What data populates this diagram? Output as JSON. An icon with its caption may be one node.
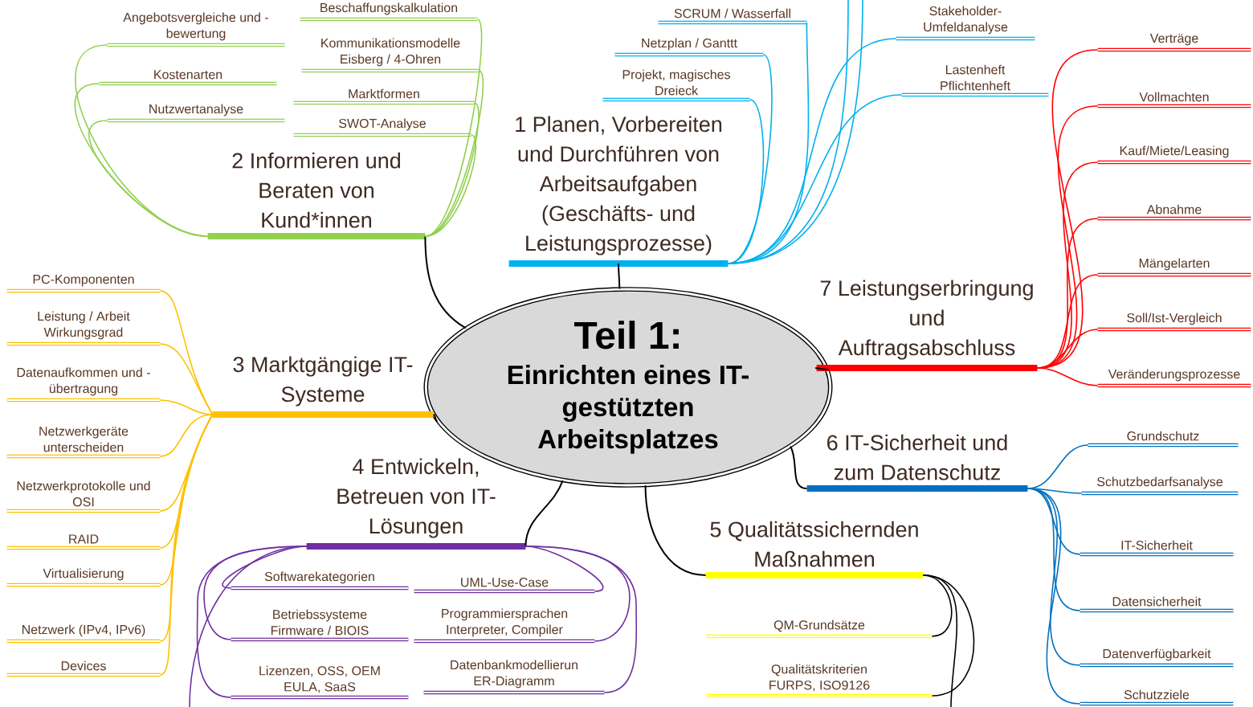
{
  "diagram": {
    "nodes": [
      {
        "text": [
          "Teil 1:",
          "Einrichten eines IT-gestützten Arbeitsplatzes"
        ]
      },
      {
        "text": [
          "1 Planen, Vorbereiten und Durchführen von Arbeitsaufgaben (Geschäfts- und Leistungsprozesse)"
        ]
      },
      {
        "text": [
          "2 Informieren und Beraten von Kund*innen"
        ]
      },
      {
        "text": [
          "3 Marktgängige IT-Systeme"
        ]
      },
      {
        "text": [
          "4 Entwickeln, Betreuen von IT-Lösungen"
        ]
      },
      {
        "text": [
          "5 Qualitätssichernden Maßnahmen"
        ]
      },
      {
        "text": [
          "6 IT-Sicherheit und zum Datenschutz"
        ]
      },
      {
        "text": [
          "7 Leistungserbringung und Auftragsabschluss"
        ]
      },
      {
        "text": [
          "SCRUM / Wasserfall"
        ]
      },
      {
        "text": [
          "Netzplan / Ganttt"
        ]
      },
      {
        "text": [
          "Projekt, magisches Dreieck"
        ]
      },
      {
        "text": [
          "Stakeholder-Umfeldanalyse"
        ]
      },
      {
        "text": [
          "Lastenheft Pflichtenheft"
        ]
      },
      {
        "text": [
          "Beschaffungskalkulation"
        ]
      },
      {
        "text": [
          "Angebotsvergleiche und - bewertung"
        ]
      },
      {
        "text": [
          "Kommunikationsmodelle Eisberg / 4-Ohren"
        ]
      },
      {
        "text": [
          "Kostenarten"
        ]
      },
      {
        "text": [
          "Marktformen"
        ]
      },
      {
        "text": [
          "Nutzwertanalyse"
        ]
      },
      {
        "text": [
          "SWOT-Analyse"
        ]
      },
      {
        "text": [
          "PC-Komponenten"
        ]
      },
      {
        "text": [
          "Leistung / Arbeit Wirkungsgrad"
        ]
      },
      {
        "text": [
          "Datenaufkommen und - übertragung"
        ]
      },
      {
        "text": [
          "Netzwerkgeräte unterscheiden"
        ]
      },
      {
        "text": [
          "Netzwerkprotokolle und OSI"
        ]
      },
      {
        "text": [
          "RAID"
        ]
      },
      {
        "text": [
          "Virtualisierung"
        ]
      },
      {
        "text": [
          "Netzwerk (IPv4, IPv6)"
        ]
      },
      {
        "text": [
          "Devices"
        ]
      },
      {
        "text": [
          "Softwarekategorien"
        ]
      },
      {
        "text": [
          "UML-Use-Case"
        ]
      },
      {
        "text": [
          "Betriebssysteme Firmware / BIOIS"
        ]
      },
      {
        "text": [
          "Programmiersprachen Interpreter, Compiler"
        ]
      },
      {
        "text": [
          "Lizenzen, OSS, OEM EULA, SaaS"
        ]
      },
      {
        "text": [
          "Datenbankmodellierun ER-Diagramm"
        ]
      },
      {
        "text": [
          "QM-Grundsätze"
        ]
      },
      {
        "text": [
          "Qualitätskriterien FURPS, ISO9126"
        ]
      },
      {
        "text": [
          "Grundschutz"
        ]
      },
      {
        "text": [
          "Schutzbedarfsanalyse"
        ]
      },
      {
        "text": [
          "IT-Sicherheit"
        ]
      },
      {
        "text": [
          "Datensicherheit"
        ]
      },
      {
        "text": [
          "Datenverfügbarkeit"
        ]
      },
      {
        "text": [
          "Schutzziele"
        ]
      },
      {
        "text": [
          "Verträge"
        ]
      },
      {
        "text": [
          "Vollmachten"
        ]
      },
      {
        "text": [
          "Kauf/Miete/Leasing"
        ]
      },
      {
        "text": [
          "Abnahme"
        ]
      },
      {
        "text": [
          "Mängelarten"
        ]
      },
      {
        "text": [
          "Soll/Ist-Vergleich"
        ]
      },
      {
        "text": [
          "Veränderungsprozesse"
        ]
      }
    ],
    "edges": [
      {
        "from": 0,
        "to": 1,
        "arrow": "none"
      },
      {
        "from": 0,
        "to": 2,
        "arrow": "none"
      },
      {
        "from": 0,
        "to": 3,
        "arrow": "none"
      },
      {
        "from": 0,
        "to": 4,
        "arrow": "none"
      },
      {
        "from": 0,
        "to": 5,
        "arrow": "none"
      },
      {
        "from": 0,
        "to": 6,
        "arrow": "none"
      },
      {
        "from": 0,
        "to": 7,
        "arrow": "none"
      },
      {
        "from": 1,
        "to": 8,
        "arrow": "none",
        "color": "#00b0f0"
      },
      {
        "from": 1,
        "to": 9,
        "arrow": "none",
        "color": "#00b0f0"
      },
      {
        "from": 1,
        "to": 10,
        "arrow": "none",
        "color": "#00b0f0"
      },
      {
        "from": 1,
        "to": 11,
        "arrow": "none",
        "color": "#00b0f0"
      },
      {
        "from": 1,
        "to": 12,
        "arrow": "none",
        "color": "#00b0f0"
      },
      {
        "from": 1,
        "to": null,
        "arrow": "none",
        "color": "#00b0f0"
      },
      {
        "from": 1,
        "to": null,
        "arrow": "none",
        "color": "#00b0f0"
      },
      {
        "from": 2,
        "to": 13,
        "arrow": "none",
        "color": "#92d050"
      },
      {
        "from": 2,
        "to": 14,
        "arrow": "none",
        "color": "#92d050"
      },
      {
        "from": 2,
        "to": 15,
        "arrow": "none",
        "color": "#92d050"
      },
      {
        "from": 2,
        "to": 16,
        "arrow": "none",
        "color": "#92d050"
      },
      {
        "from": 2,
        "to": 17,
        "arrow": "none",
        "color": "#92d050"
      },
      {
        "from": 2,
        "to": 18,
        "arrow": "none",
        "color": "#92d050"
      },
      {
        "from": 2,
        "to": 19,
        "arrow": "none",
        "color": "#92d050"
      },
      {
        "from": 3,
        "to": 20,
        "arrow": "none",
        "color": "#ffc000"
      },
      {
        "from": 3,
        "to": 21,
        "arrow": "none",
        "color": "#ffc000"
      },
      {
        "from": 3,
        "to": 22,
        "arrow": "none",
        "color": "#ffc000"
      },
      {
        "from": 3,
        "to": 23,
        "arrow": "none",
        "color": "#ffc000"
      },
      {
        "from": 3,
        "to": 24,
        "arrow": "none",
        "color": "#ffc000"
      },
      {
        "from": 3,
        "to": 25,
        "arrow": "none",
        "color": "#ffc000"
      },
      {
        "from": 3,
        "to": 26,
        "arrow": "none",
        "color": "#ffc000"
      },
      {
        "from": 3,
        "to": 27,
        "arrow": "none",
        "color": "#ffc000"
      },
      {
        "from": 3,
        "to": 28,
        "arrow": "none",
        "color": "#ffc000"
      },
      {
        "from": 4,
        "to": 29,
        "arrow": "none",
        "color": "#7030a0"
      },
      {
        "from": 4,
        "to": 30,
        "arrow": "none",
        "color": "#7030a0"
      },
      {
        "from": 4,
        "to": 31,
        "arrow": "none",
        "color": "#7030a0"
      },
      {
        "from": 4,
        "to": 32,
        "arrow": "none",
        "color": "#7030a0"
      },
      {
        "from": 4,
        "to": 33,
        "arrow": "none",
        "color": "#7030a0"
      },
      {
        "from": 4,
        "to": 34,
        "arrow": "none",
        "color": "#7030a0"
      },
      {
        "from": 4,
        "to": null,
        "arrow": "none",
        "color": "#7030a0"
      },
      {
        "from": 5,
        "to": 35,
        "arrow": "none"
      },
      {
        "from": 5,
        "to": 36,
        "arrow": "none"
      },
      {
        "from": 5,
        "to": null,
        "arrow": "none"
      },
      {
        "from": 6,
        "to": 37,
        "arrow": "none",
        "color": "#0070c0"
      },
      {
        "from": 6,
        "to": 38,
        "arrow": "none",
        "color": "#0070c0"
      },
      {
        "from": 6,
        "to": 39,
        "arrow": "none",
        "color": "#0070c0"
      },
      {
        "from": 6,
        "to": 40,
        "arrow": "none",
        "color": "#0070c0"
      },
      {
        "from": 6,
        "to": 41,
        "arrow": "none",
        "color": "#0070c0"
      },
      {
        "from": 6,
        "to": 42,
        "arrow": "none",
        "color": "#0070c0"
      },
      {
        "from": 7,
        "to": 43,
        "arrow": "none",
        "color": "#ff0000"
      },
      {
        "from": 7,
        "to": 44,
        "arrow": "none",
        "color": "#ff0000"
      },
      {
        "from": 7,
        "to": 45,
        "arrow": "none",
        "color": "#ff0000"
      },
      {
        "from": 7,
        "to": 46,
        "arrow": "none",
        "color": "#ff0000"
      },
      {
        "from": 7,
        "to": 47,
        "arrow": "none",
        "color": "#ff0000"
      },
      {
        "from": 7,
        "to": 48,
        "arrow": "none",
        "color": "#ff0000"
      },
      {
        "from": 7,
        "to": 49,
        "arrow": "none",
        "color": "#ff0000"
      }
    ]
  }
}
